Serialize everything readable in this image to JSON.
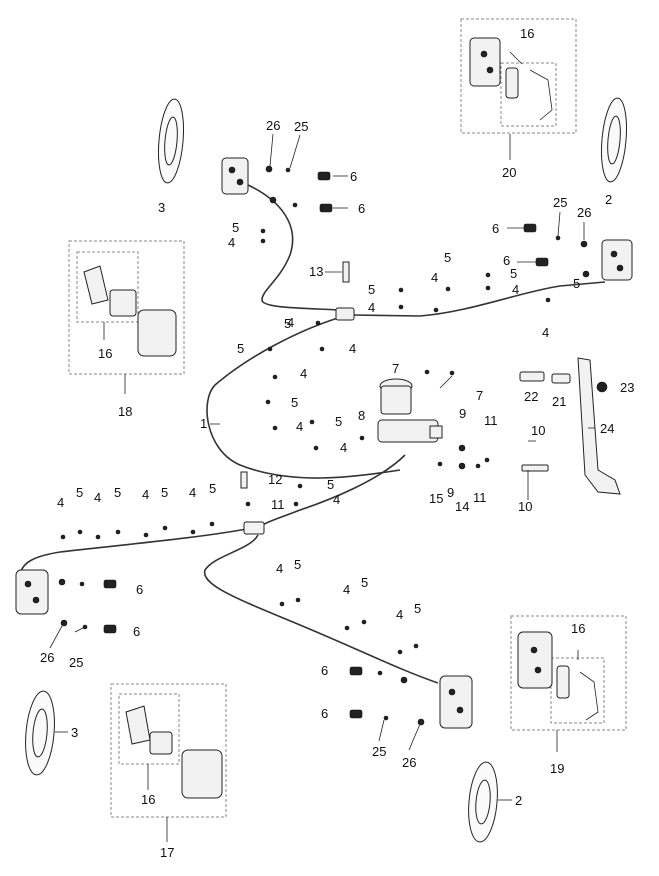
{
  "callouts": [
    {
      "id": "c-26-tl",
      "text": "26"
    },
    {
      "id": "c-25-tl",
      "text": "25"
    },
    {
      "id": "c-6-tl1",
      "text": "6"
    },
    {
      "id": "c-6-tl2",
      "text": "6"
    },
    {
      "id": "c-3-tl",
      "text": "3"
    },
    {
      "id": "c-20",
      "text": "20"
    },
    {
      "id": "c-16-tr",
      "text": "16"
    },
    {
      "id": "c-2-tr",
      "text": "2"
    },
    {
      "id": "c-25-tr",
      "text": "25"
    },
    {
      "id": "c-26-tr",
      "text": "26"
    },
    {
      "id": "c-6-tr1",
      "text": "6"
    },
    {
      "id": "c-6-tr2",
      "text": "6"
    },
    {
      "id": "c-5-a",
      "text": "5"
    },
    {
      "id": "c-4-a",
      "text": "4"
    },
    {
      "id": "c-13",
      "text": "13"
    },
    {
      "id": "c-5-b",
      "text": "5"
    },
    {
      "id": "c-4-b",
      "text": "4"
    },
    {
      "id": "c-4-c",
      "text": "4"
    },
    {
      "id": "c-5-c",
      "text": "5"
    },
    {
      "id": "c-5-d",
      "text": "5"
    },
    {
      "id": "c-4-d",
      "text": "4"
    },
    {
      "id": "c-5-e",
      "text": "5"
    },
    {
      "id": "c-4-e",
      "text": "4"
    },
    {
      "id": "c-4-f",
      "text": "4"
    },
    {
      "id": "c-5-f",
      "text": "5"
    },
    {
      "id": "c-16-l",
      "text": "16"
    },
    {
      "id": "c-18",
      "text": "18"
    },
    {
      "id": "c-5-g",
      "text": "5"
    },
    {
      "id": "c-4-g",
      "text": "4"
    },
    {
      "id": "c-4-h",
      "text": "4"
    },
    {
      "id": "c-7-a",
      "text": "7"
    },
    {
      "id": "c-7-b",
      "text": "7"
    },
    {
      "id": "c-22",
      "text": "22"
    },
    {
      "id": "c-21",
      "text": "21"
    },
    {
      "id": "c-23",
      "text": "23"
    },
    {
      "id": "c-24",
      "text": "24"
    },
    {
      "id": "c-5-h",
      "text": "5"
    },
    {
      "id": "c-1",
      "text": "1"
    },
    {
      "id": "c-5-i",
      "text": "5"
    },
    {
      "id": "c-4-i",
      "text": "4"
    },
    {
      "id": "c-8",
      "text": "8"
    },
    {
      "id": "c-4-j",
      "text": "4"
    },
    {
      "id": "c-9-a",
      "text": "9"
    },
    {
      "id": "c-11-a",
      "text": "11"
    },
    {
      "id": "c-10-a",
      "text": "10"
    },
    {
      "id": "c-9-b",
      "text": "9"
    },
    {
      "id": "c-11-b",
      "text": "11"
    },
    {
      "id": "c-15",
      "text": "15"
    },
    {
      "id": "c-14",
      "text": "14"
    },
    {
      "id": "c-10-b",
      "text": "10"
    },
    {
      "id": "c-12",
      "text": "12"
    },
    {
      "id": "c-5-j",
      "text": "5"
    },
    {
      "id": "c-11-c",
      "text": "11"
    },
    {
      "id": "c-4-k",
      "text": "4"
    },
    {
      "id": "c-4-l1",
      "text": "4"
    },
    {
      "id": "c-5-l1",
      "text": "5"
    },
    {
      "id": "c-4-l2",
      "text": "4"
    },
    {
      "id": "c-5-l2",
      "text": "5"
    },
    {
      "id": "c-4-l3",
      "text": "4"
    },
    {
      "id": "c-5-l3",
      "text": "5"
    },
    {
      "id": "c-4-l4",
      "text": "4"
    },
    {
      "id": "c-5-l4",
      "text": "5"
    },
    {
      "id": "c-6-bl1",
      "text": "6"
    },
    {
      "id": "c-6-bl2",
      "text": "6"
    },
    {
      "id": "c-26-bl",
      "text": "26"
    },
    {
      "id": "c-25-bl",
      "text": "25"
    },
    {
      "id": "c-4-m1",
      "text": "4"
    },
    {
      "id": "c-5-m1",
      "text": "5"
    },
    {
      "id": "c-4-m2",
      "text": "4"
    },
    {
      "id": "c-5-m2",
      "text": "5"
    },
    {
      "id": "c-4-m3",
      "text": "4"
    },
    {
      "id": "c-5-m3",
      "text": "5"
    },
    {
      "id": "c-16-br",
      "text": "16"
    },
    {
      "id": "c-19",
      "text": "19"
    },
    {
      "id": "c-6-br1",
      "text": "6"
    },
    {
      "id": "c-6-br2",
      "text": "6"
    },
    {
      "id": "c-25-br",
      "text": "25"
    },
    {
      "id": "c-26-br",
      "text": "26"
    },
    {
      "id": "c-3-bl",
      "text": "3"
    },
    {
      "id": "c-16-bl",
      "text": "16"
    },
    {
      "id": "c-17",
      "text": "17"
    },
    {
      "id": "c-2-br",
      "text": "2"
    }
  ]
}
